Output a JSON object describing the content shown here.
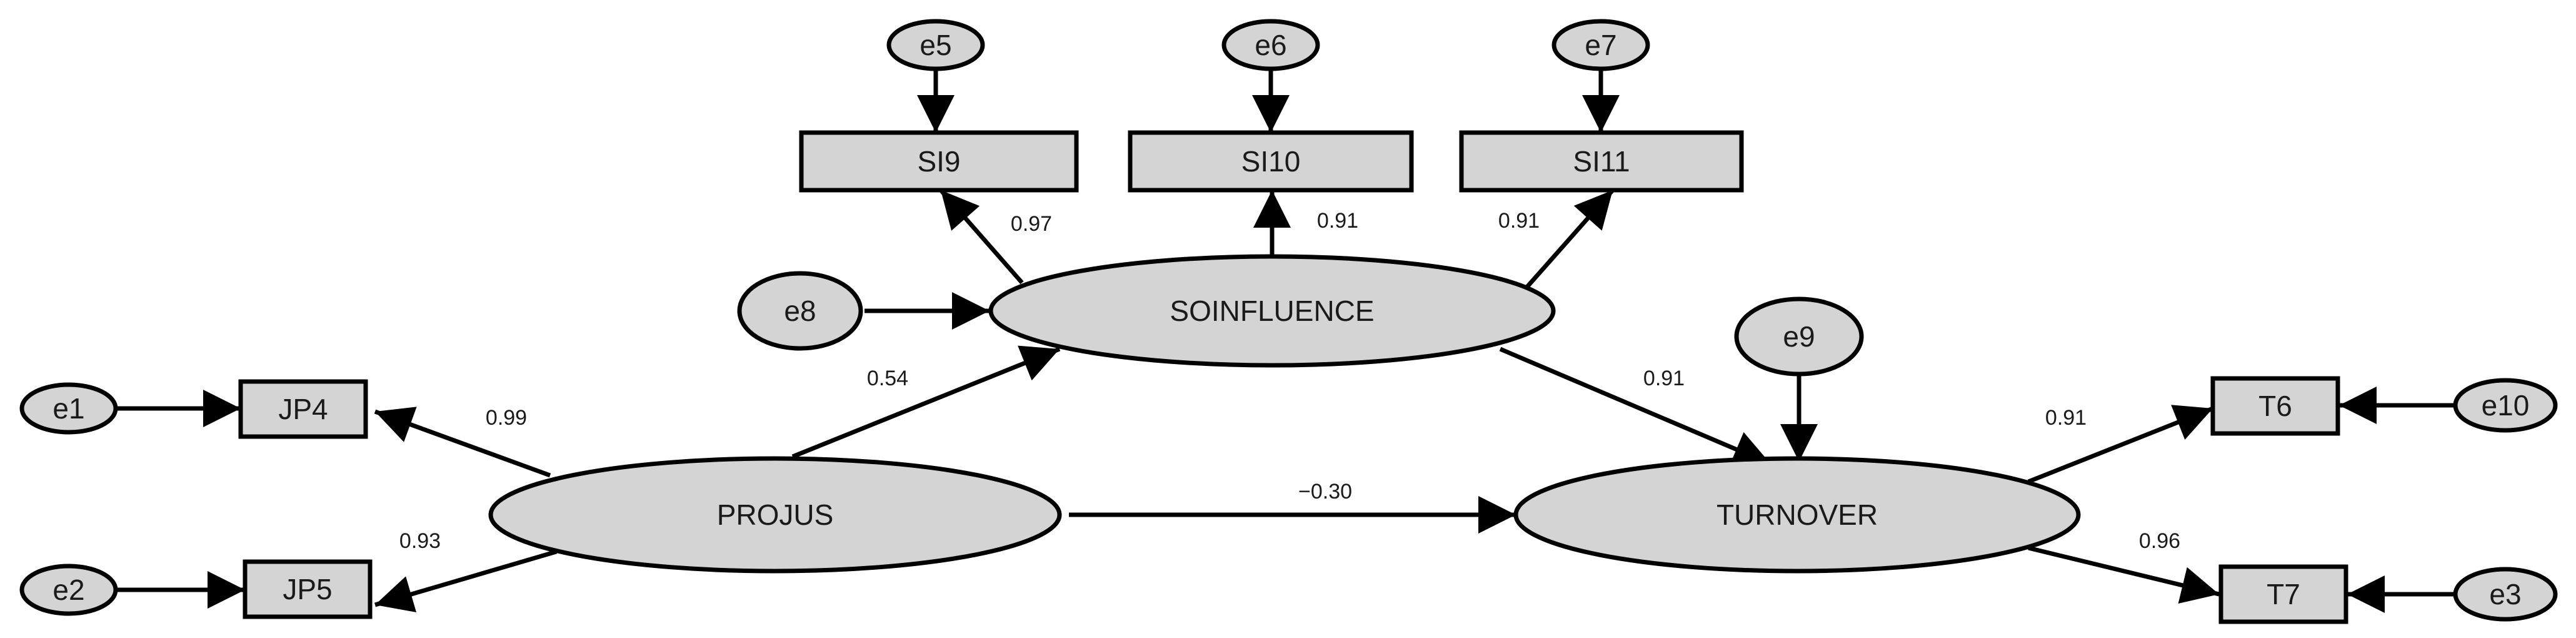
{
  "latent_variables": {
    "soinfluence": "SOINFLUENCE",
    "projus": "PROJUS",
    "turnover": "TURNOVER"
  },
  "observed_variables": {
    "si9": "SI9",
    "si10": "SI10",
    "si11": "SI11",
    "jp4": "JP4",
    "jp5": "JP5",
    "t6": "T6",
    "t7": "T7"
  },
  "error_terms": {
    "e1": "e1",
    "e2": "e2",
    "e3": "e3",
    "e5": "e5",
    "e6": "e6",
    "e7": "e7",
    "e8": "e8",
    "e9": "e9",
    "e10": "e10"
  },
  "path_coefficients": {
    "soinfluence_si9": "0.97",
    "soinfluence_si10": "0.91",
    "soinfluence_si11": "0.91",
    "projus_jp4": "0.99",
    "projus_jp5": "0.93",
    "projus_soinfluence": "0.54",
    "soinfluence_turnover": "0.91",
    "projus_turnover": "−0.30",
    "turnover_t6": "0.91",
    "turnover_t7": "0.96"
  },
  "colors": {
    "node_fill": "#d4d4d4",
    "stroke": "#000000",
    "text": "#1a1a1a",
    "background": "#ffffff"
  }
}
